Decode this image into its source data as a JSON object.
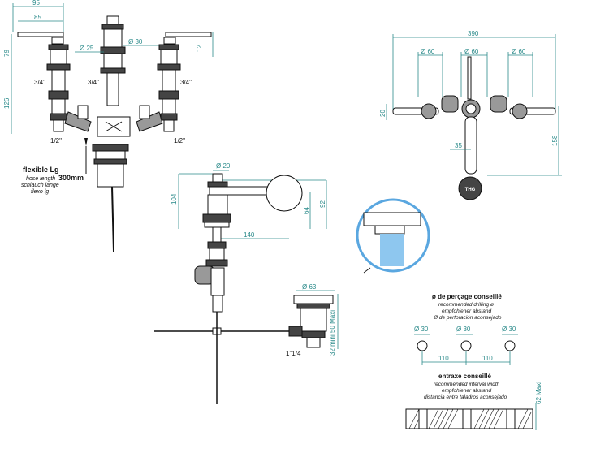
{
  "dimensions": {
    "top_width": "95",
    "handle_span": "85",
    "spout_height": "79",
    "body_height": "126",
    "dia_30": "Ø 30",
    "dia_25": "Ø 25",
    "handle_thick": "12",
    "thread_left": "3/4\"",
    "thread_center": "3/4\"",
    "thread_right": "3/4\"",
    "hose_left": "1/2\"",
    "hose_right": "1/2\"",
    "top_view_width": "390",
    "tv_dia_left": "Ø 60",
    "tv_dia_center": "Ø 60",
    "tv_dia_right": "Ø 60",
    "tv_height_small": "20",
    "tv_offset": "35",
    "tv_depth": "158",
    "side_dia": "Ø 20",
    "side_height": "104",
    "side_outlet": "64",
    "side_total": "92",
    "side_reach": "140",
    "waste_dia": "Ø 63",
    "waste_thread": "1\"1/4",
    "waste_range": "32 mini 50 Maxi",
    "drill_dia_1": "Ø 30",
    "drill_dia_2": "Ø 30",
    "drill_dia_3": "Ø 30",
    "drill_gap_1": "110",
    "drill_gap_2": "110",
    "max_thickness": "62 Maxi"
  },
  "hose_note": {
    "title": "flexible Lg",
    "length": "300mm",
    "line1": "hose length",
    "line2": "schlauch länge",
    "line3": "flexo lg"
  },
  "drilling": {
    "title": "ø de perçage conseillé",
    "line1": "recommended drilling ø",
    "line2": "empfohlener abstand",
    "line3": "Ø de perforación aconsejado"
  },
  "interval": {
    "title": "entraxe conseillé",
    "line1": "recommended interval width",
    "line2": "empfohlener abstand",
    "line3": "distancia entre taladros aconsejado"
  },
  "badge": "THG",
  "colors": {
    "dimension": "#2a8a8a",
    "water": "#8ec7ef",
    "detail_circle": "#5aa7e0"
  }
}
